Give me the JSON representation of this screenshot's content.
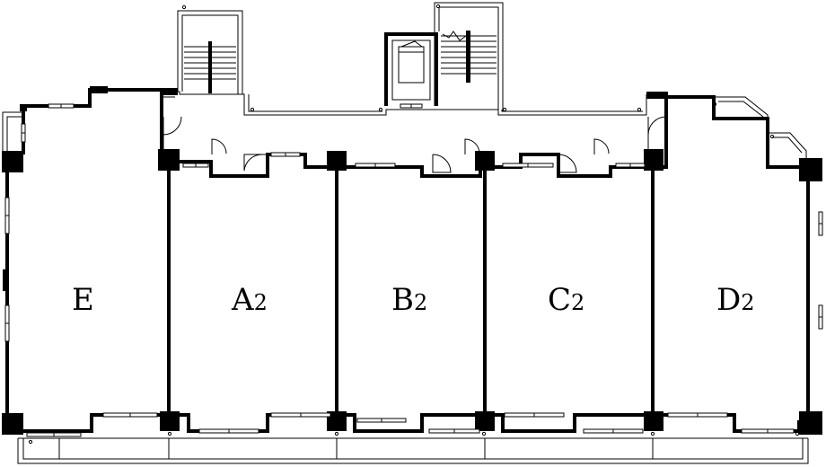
{
  "units": [
    {
      "id": "E",
      "letter": "E",
      "sub": ""
    },
    {
      "id": "A2",
      "letter": "A",
      "sub": "2"
    },
    {
      "id": "B2",
      "letter": "B",
      "sub": "2"
    },
    {
      "id": "C2",
      "letter": "C",
      "sub": "2"
    },
    {
      "id": "D2",
      "letter": "D",
      "sub": "2"
    }
  ]
}
